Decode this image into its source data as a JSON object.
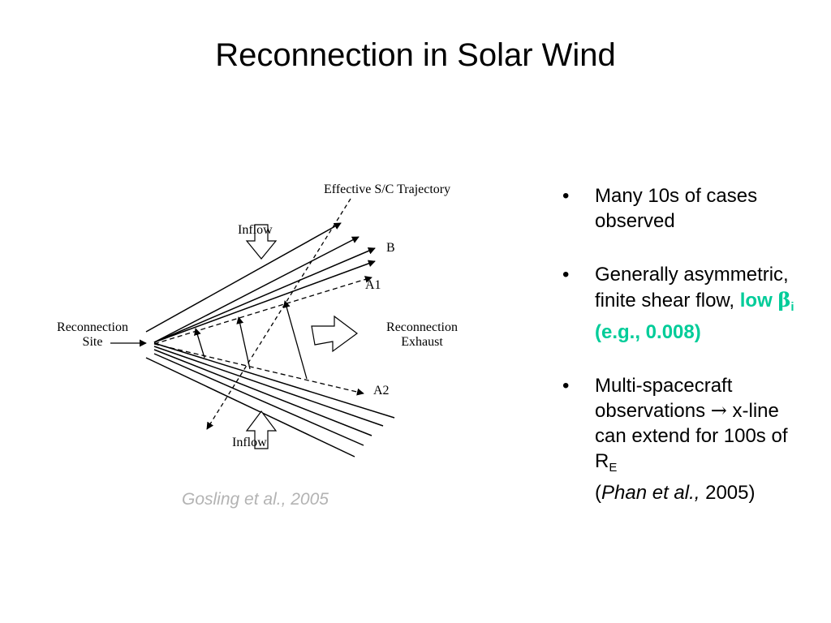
{
  "slide": {
    "title": "Reconnection in Solar Wind"
  },
  "diagram": {
    "labels": {
      "trajectory": "Effective S/C Trajectory",
      "inflow_top": "Inflow",
      "b": "B",
      "a1": "A1",
      "site_line1": "Reconnection",
      "site_line2": "Site",
      "exhaust_line1": "Reconnection",
      "exhaust_line2": "Exhaust",
      "a2": "A2",
      "inflow_bottom": "Inflow"
    }
  },
  "citation": "Gosling et al., 2005",
  "bullets": {
    "marker": "•",
    "item1": {
      "text": "Many 10s of cases observed"
    },
    "item2": {
      "text_before": "Generally asymmetric, finite shear flow, ",
      "hl_low": "low ",
      "hl_beta": "β",
      "hl_sub": "i",
      "hl_eg": "(e.g., 0.008)"
    },
    "item3": {
      "text_a": "Multi-spacecraft observations ",
      "arrow": "→",
      "text_b": " x-line can extend for 100s of R",
      "sub_e": "E",
      "paren_open": "(",
      "author": "Phan et al.,",
      "year": " 2005)"
    }
  },
  "colors": {
    "highlight": "#00cc99",
    "citation": "#b3b3b3"
  }
}
